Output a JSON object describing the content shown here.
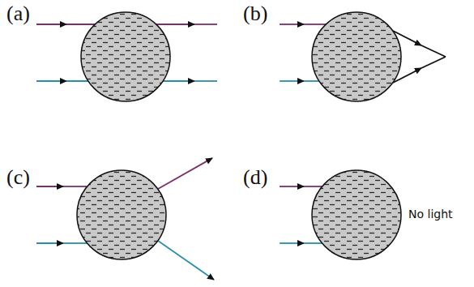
{
  "diagram": {
    "labels": [
      "(a)",
      "(b)",
      "(c)",
      "(d)",
      "No light"
    ]
  }
}
